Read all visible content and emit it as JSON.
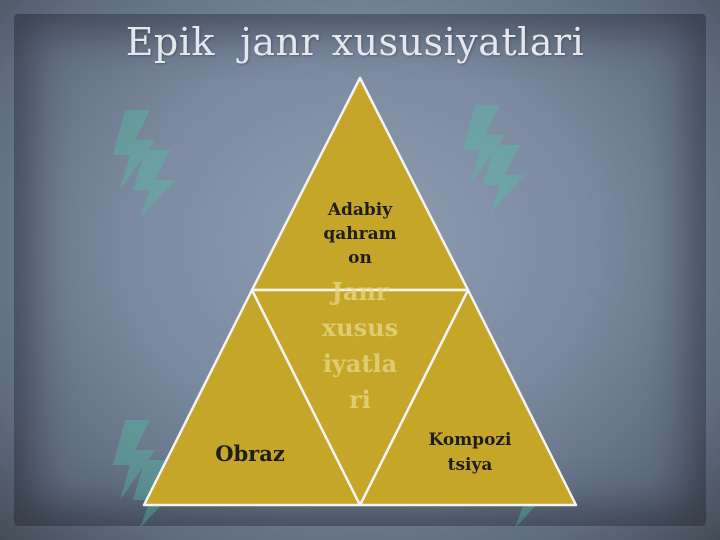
{
  "slide": {
    "title": "Epik  janr xususiyatlari"
  },
  "diagram": {
    "top": [
      "Adabiy",
      "qahram",
      "on"
    ],
    "center": [
      "Janr",
      "xusus",
      "iyatla",
      "ri"
    ],
    "left": [
      "Obraz"
    ],
    "right": [
      "Kompozi",
      "tsiya"
    ]
  },
  "colors": {
    "triangle_fill": "#c5a629",
    "triangle_stroke": "#f3f3f3",
    "background": "#7b8aa0",
    "watermark": "#4ec9a8"
  },
  "icons": {
    "watermark": "soff-logo-watermark"
  }
}
